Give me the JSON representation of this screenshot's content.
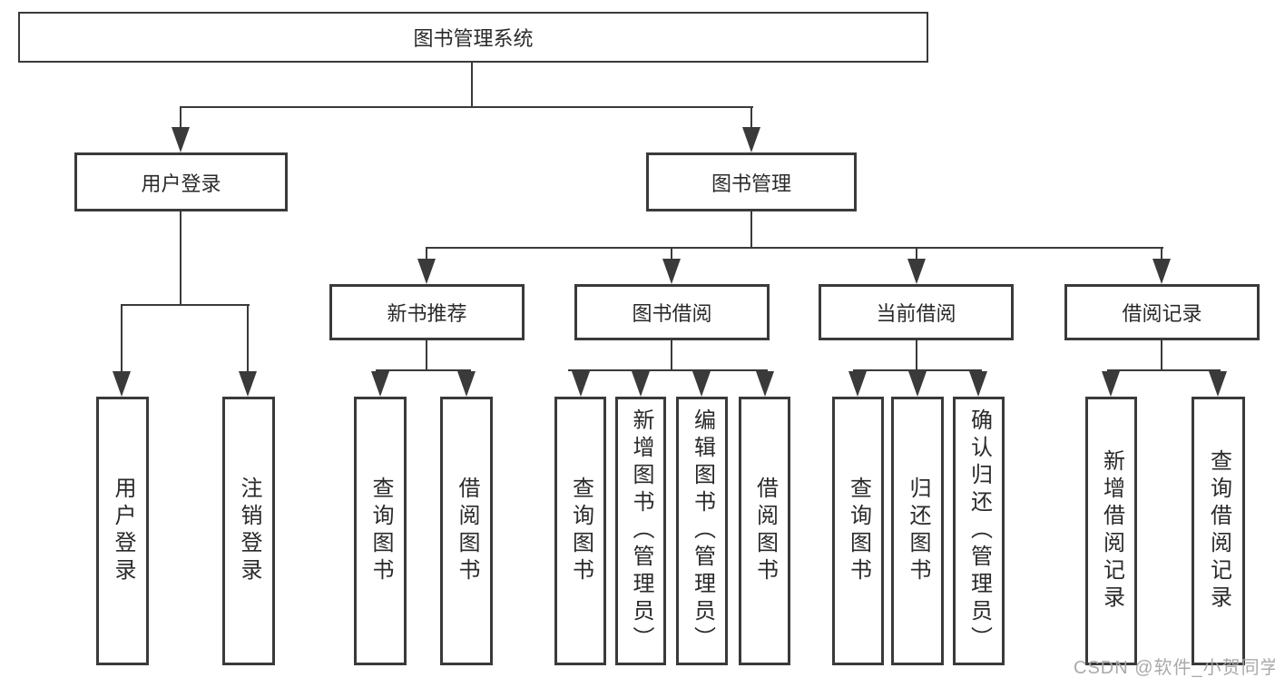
{
  "tree": {
    "root": {
      "label": "图书管理系统"
    },
    "branches": [
      {
        "label": "用户登录",
        "children": [
          {
            "label": "用户登录"
          },
          {
            "label": "注销登录"
          }
        ]
      },
      {
        "label": "图书管理",
        "children": [
          {
            "label": "新书推荐",
            "children": [
              {
                "label": "查询图书"
              },
              {
                "label": "借阅图书"
              }
            ]
          },
          {
            "label": "图书借阅",
            "children": [
              {
                "label": "查询图书"
              },
              {
                "label": "新增图书（管理员）"
              },
              {
                "label": "编辑图书（管理员）"
              },
              {
                "label": "借阅图书"
              }
            ]
          },
          {
            "label": "当前借阅",
            "children": [
              {
                "label": "查询图书"
              },
              {
                "label": "归还图书"
              },
              {
                "label": "确认归还（管理员）"
              }
            ]
          },
          {
            "label": "借阅记录",
            "children": [
              {
                "label": "新增借阅记录"
              },
              {
                "label": "查询借阅记录"
              }
            ]
          }
        ]
      }
    ]
  },
  "watermark": {
    "text": "CSDN @软件_小贺同学"
  },
  "colors": {
    "line": "#3a3a3a",
    "text": "#2a2a2a",
    "watermark": "#a5a5a5",
    "background": "#ffffff"
  }
}
